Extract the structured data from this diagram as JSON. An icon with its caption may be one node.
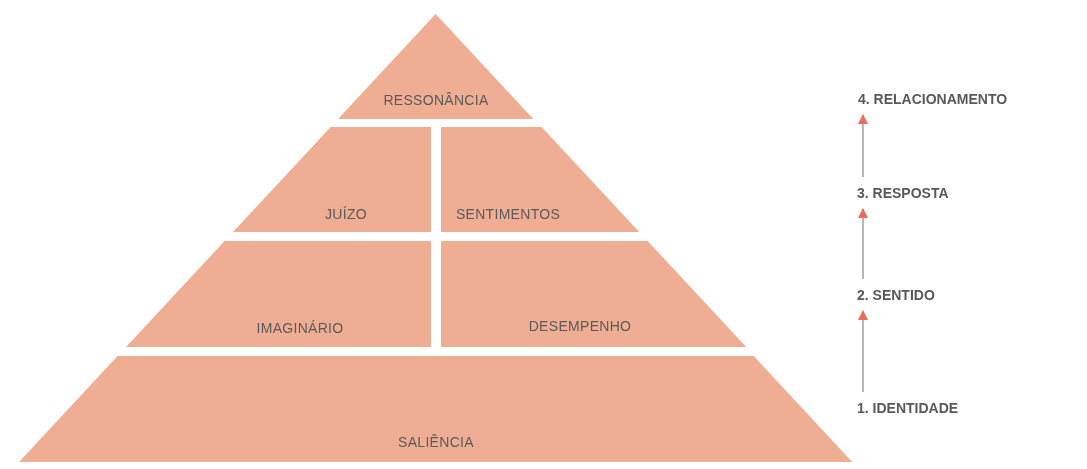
{
  "diagram": {
    "nodes": [
      {
        "text": [
          "RESSONÂNCIA"
        ]
      },
      {
        "text": [
          "JUÍZO"
        ]
      },
      {
        "text": [
          "SENTIMENTOS"
        ]
      },
      {
        "text": [
          "IMAGINÁRIO"
        ]
      },
      {
        "text": [
          "DESEMPENHO"
        ]
      },
      {
        "text": [
          "SALIÊNCIA"
        ]
      },
      {
        "text": [
          "4. RELACIONAMENTO"
        ]
      },
      {
        "text": [
          "3. RESPOSTA"
        ]
      },
      {
        "text": [
          "2. SENTIDO"
        ]
      },
      {
        "text": [
          "1. IDENTIDADE"
        ]
      }
    ],
    "edges": [
      {
        "from": 9,
        "to": 8,
        "arrow": "to"
      },
      {
        "from": 8,
        "to": 7,
        "arrow": "to"
      },
      {
        "from": 7,
        "to": 6,
        "arrow": "to"
      }
    ]
  }
}
